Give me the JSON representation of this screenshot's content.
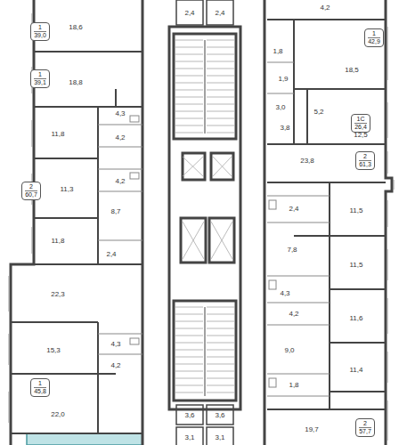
{
  "diagram": {
    "nodes": [
      {
        "text": [
          "1",
          "39,0"
        ]
      },
      {
        "text": [
          "1",
          "39,1"
        ]
      },
      {
        "text": [
          "2",
          "60,7"
        ]
      },
      {
        "text": [
          "1",
          "45,8"
        ]
      },
      {
        "text": [
          "1",
          "42,9"
        ]
      },
      {
        "text": [
          "1С",
          "26,4"
        ]
      },
      {
        "text": [
          "2",
          "61,3"
        ]
      },
      {
        "text": [
          "2",
          "57,7"
        ]
      }
    ],
    "labels": [
      "18,6",
      "18,8",
      "4,3",
      "11,8",
      "4,2",
      "4,2",
      "11,3",
      "8,7",
      "11,8",
      "2,4",
      "22,3",
      "15,3",
      "4,3",
      "4,2",
      "22,0",
      "2,4",
      "2,4",
      "3,6",
      "3,6",
      "3,1",
      "3,1",
      "4,2",
      "1,8",
      "18,5",
      "1,9",
      "3,0",
      "5,2",
      "3,8",
      "12,5",
      "23,8",
      "2,4",
      "11,5",
      "7,8",
      "11,5",
      "4,3",
      "4,2",
      "11,6",
      "9,0",
      "11,4",
      "1,8",
      "19,7"
    ]
  }
}
